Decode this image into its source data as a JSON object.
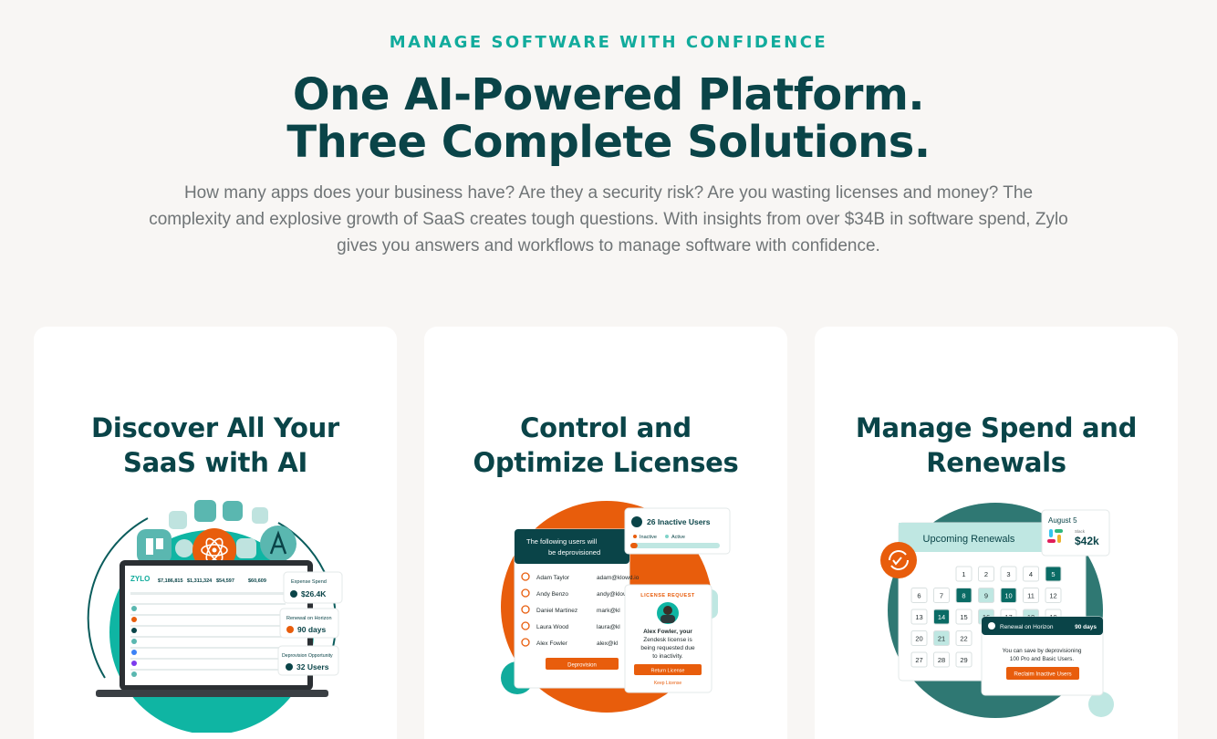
{
  "hero": {
    "eyebrow": "MANAGE SOFTWARE WITH CONFIDENCE",
    "headline_line1": "One AI-Powered Platform.",
    "headline_line2": "Three Complete Solutions.",
    "lead": "How many apps does your business have? Are they a security risk? Are you wasting licenses and money? The complexity and explosive growth of SaaS creates tough questions. With insights from over $34B in software spend, Zylo gives you answers and workflows to manage software with confidence."
  },
  "colors": {
    "accent_teal": "#11ab9c",
    "dark_teal": "#0a4448",
    "orange": "#e85d0c",
    "background": "#f8f6f4"
  },
  "cards": [
    {
      "title_line1": "Discover All Your",
      "title_line2": "SaaS with AI",
      "illustration": {
        "logo": "ZYLO",
        "stats": [
          "$7,186,815",
          "$1,311,324",
          "$54,597",
          "$60,609"
        ],
        "expense_label": "Expense Spend",
        "expense_value": "$26.4K",
        "renewal_label": "Renewal on Horizon",
        "renewal_value": "90 days",
        "deprov_label": "Deprovision Opportunity",
        "deprov_value": "32 Users"
      }
    },
    {
      "title_line1": "Control and",
      "title_line2": "Optimize Licenses",
      "illustration": {
        "panel_title_1": "The following users will",
        "panel_title_2": "be deprovisioned",
        "users": [
          {
            "name": "Adam Taylor",
            "email": "adam@klowd.io"
          },
          {
            "name": "Andy Benzo",
            "email": "andy@klowd.io"
          },
          {
            "name": "Daniel Martinez",
            "email": "mark@kl"
          },
          {
            "name": "Laura Wood",
            "email": "laura@kl"
          },
          {
            "name": "Alex Fowler",
            "email": "alex@kl"
          }
        ],
        "deprovision_button": "Deprovision",
        "inactive_title": "26 Inactive Users",
        "legend_inactive": "Inactive",
        "legend_active": "Active",
        "inactive_fraction": 0.08,
        "request_label": "LICENSE REQUEST",
        "request_name": "Alex Fowler, your",
        "request_text_1": "Zendesk license is",
        "request_text_2": "being requested due",
        "request_text_3": "to inactivity.",
        "return_button": "Return License",
        "keep_link": "Keep License"
      }
    },
    {
      "title_line1": "Manage Spend and",
      "title_line2": "Renewals",
      "illustration": {
        "calendar_title": "Upcoming Renewals",
        "days": [
          "1",
          "2",
          "3",
          "4",
          "5",
          "6",
          "7",
          "8",
          "9",
          "10",
          "11",
          "12",
          "13",
          "14",
          "15",
          "16",
          "17",
          "18",
          "19",
          "20",
          "21",
          "22",
          "27",
          "28",
          "29"
        ],
        "date_label": "August 5",
        "app_label": "Slack",
        "amount": "$42k",
        "renewal_label": "Renewal on Horizon",
        "renewal_days": "90 days",
        "save_text_1": "You can save by deprovisioning",
        "save_text_2": "100 Pro and Basic Users.",
        "reclaim_button": "Reclaim Inactive Users"
      }
    }
  ]
}
